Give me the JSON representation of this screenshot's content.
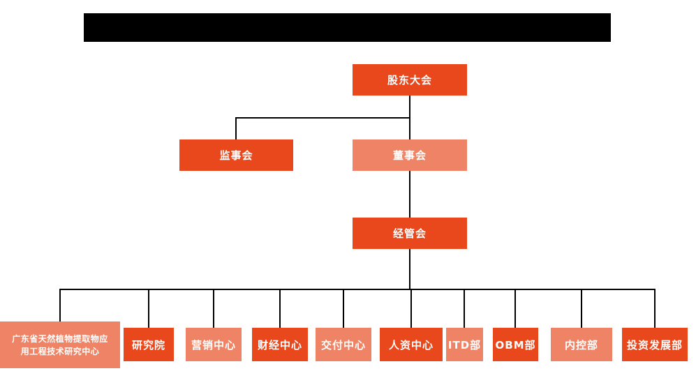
{
  "colors": {
    "primary_orange": "#e8481c",
    "light_orange": "#ee8465",
    "connector_line": "#000000",
    "redaction_bar": "#000000",
    "box_text": "#ffffff",
    "background": "#ffffff"
  },
  "org": {
    "level1": {
      "label": "股东大会"
    },
    "level2": [
      {
        "label": "监事会"
      },
      {
        "label": "董事会"
      }
    ],
    "level3": {
      "label": "经管会"
    },
    "departments": [
      {
        "label": "广东省天然植物提取物应用工程技术研究中心"
      },
      {
        "label": "研究院"
      },
      {
        "label": "营销中心"
      },
      {
        "label": "财经中心"
      },
      {
        "label": "交付中心"
      },
      {
        "label": "人资中心"
      },
      {
        "label": "ITD部"
      },
      {
        "label": "OBM部"
      },
      {
        "label": "内控部"
      },
      {
        "label": "投资发展部"
      }
    ]
  }
}
